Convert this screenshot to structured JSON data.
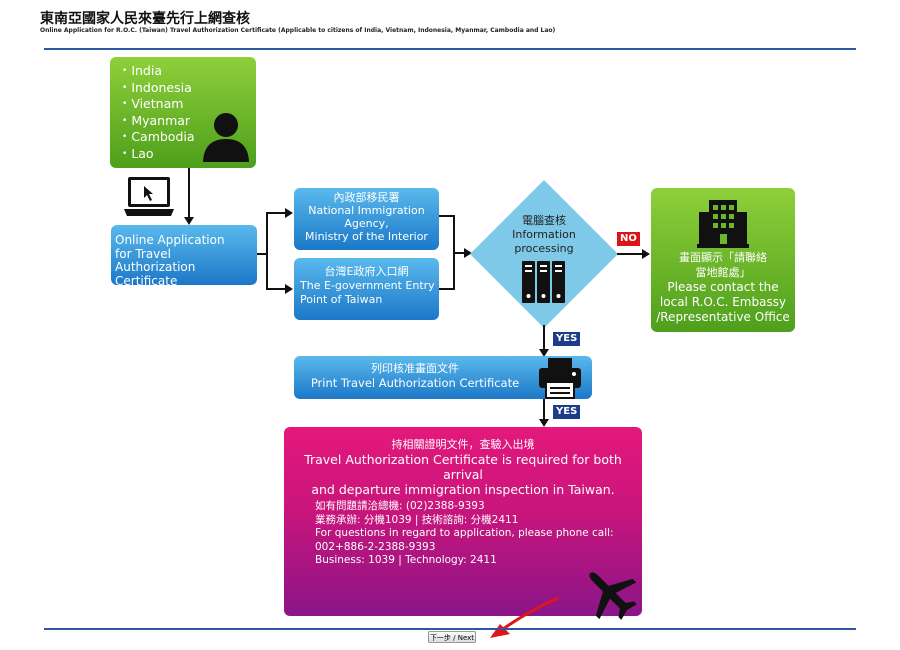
{
  "header": {
    "title": "東南亞國家人民來臺先行上網查核",
    "subtitle": "Online Application for R.O.C. (Taiwan) Travel Authorization Certificate (Applicable to citizens of India, Vietnam, Indonesia, Myanmar, Cambodia and Lao)"
  },
  "flow": {
    "countries": [
      "India",
      "Indonesia",
      "Vietnam",
      "Myanmar",
      "Cambodia",
      "Lao"
    ],
    "online_application": [
      "Online Application",
      "for Travel",
      "Authorization Certificate"
    ],
    "immigration_agency": [
      "內政部移民署",
      "National Immigration",
      "Agency,",
      "Ministry of the Interior"
    ],
    "egov": [
      "台灣E政府入口網",
      "The E-government Entry",
      "Point of Taiwan"
    ],
    "processing": [
      "電腦查核",
      "Information",
      "processing"
    ],
    "no_label": "NO",
    "embassy": [
      "畫面顯示「請聯絡",
      "當地館處」",
      "Please contact the",
      "local R.O.C. Embassy",
      "/Representative Office"
    ],
    "yes_label_1": "YES",
    "print_cert": [
      "列印核准畫面文件",
      "Print Travel Authorization Certificate"
    ],
    "yes_label_2": "YES",
    "final": {
      "title": "持相關證明文件，查驗入出境",
      "desc": [
        "Travel Authorization Certificate is required for both arrival",
        "and departure immigration inspection in Taiwan."
      ],
      "contact": [
        "如有問題請洽總機: (02)2388-9393",
        "業務承辦: 分機1039 | 技術諮詢: 分機2411",
        "For questions in regard to application, please phone call:",
        "002+886-2-2388-9393",
        "Business: 1039 | Technology: 2411"
      ]
    }
  },
  "footer": {
    "next_button": "下一步 / Next"
  }
}
